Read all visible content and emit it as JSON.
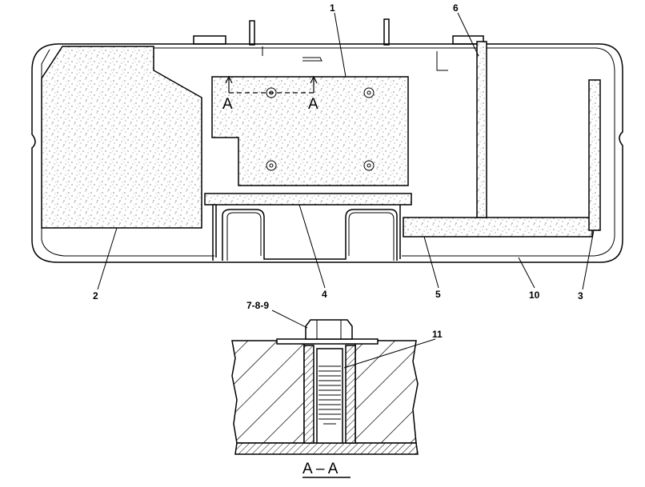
{
  "callouts": {
    "c1": "1",
    "c2": "2",
    "c3": "3",
    "c4": "4",
    "c5": "5",
    "c6": "6",
    "c10": "10",
    "c11": "11",
    "c789": "7-8-9"
  },
  "section": {
    "marker_a": "A",
    "title": "A – A"
  },
  "colors": {
    "line": "#000000",
    "fill": "#ffffff",
    "speckle": "#555555"
  }
}
